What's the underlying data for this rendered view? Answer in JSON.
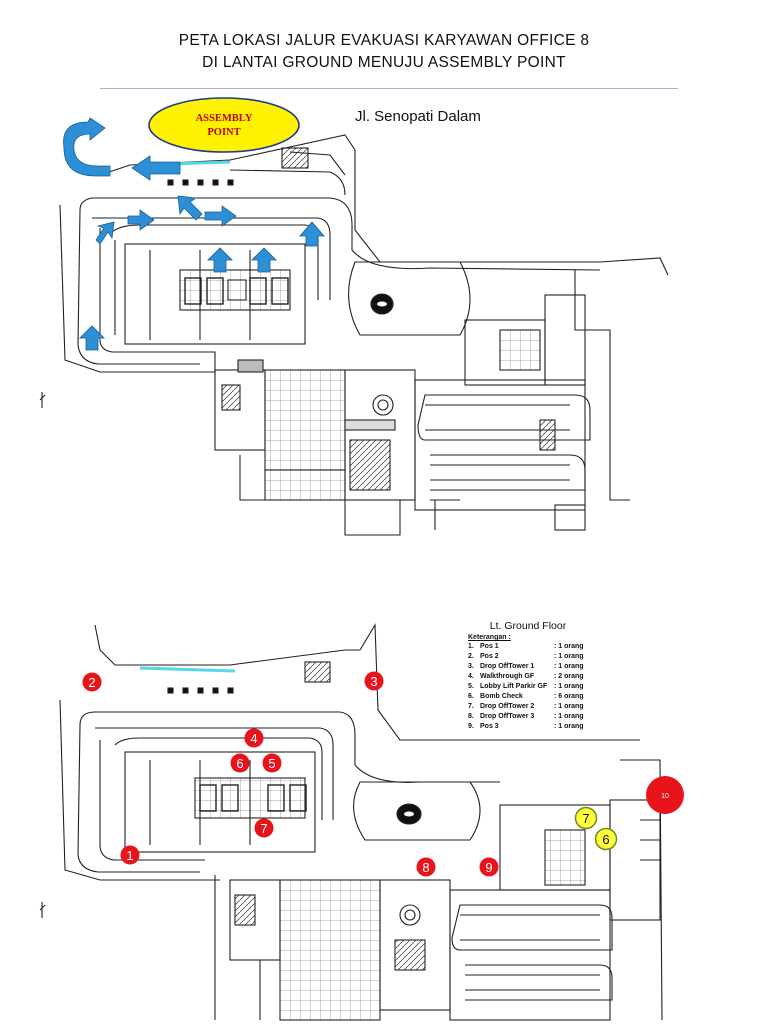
{
  "title_line1": "PETA LOKASI JALUR EVAKUASI KARYAWAN OFFICE 8",
  "title_line2": "DI LANTAI GROUND  MENUJU ASSEMBLY POINT",
  "assembly_point": [
    "ASSEMBLY",
    "POINT"
  ],
  "street_label": "Jl. Senopati Dalam",
  "legend": {
    "title": "Lt. Ground Floor",
    "heading": "Keterangan :",
    "rows": [
      {
        "no": "1.",
        "name": "Pos 1",
        "count": ": 1 orang"
      },
      {
        "no": "2.",
        "name": "Pos 2",
        "count": ": 1 orang"
      },
      {
        "no": "3.",
        "name": "Drop OffTower 1",
        "count": ": 1 orang"
      },
      {
        "no": "4.",
        "name": "Walkthrough GF",
        "count": ": 2 orang"
      },
      {
        "no": "5.",
        "name": "Lobby Lift Parkir GF",
        "count": ": 1 orang"
      },
      {
        "no": "6.",
        "name": "Bomb Check",
        "count": ": 6 orang"
      },
      {
        "no": "7.",
        "name": "Drop OffTower 2",
        "count": ": 1 orang"
      },
      {
        "no": "8.",
        "name": "Drop OffTower 3",
        "count": ": 1 orang"
      },
      {
        "no": "9.",
        "name": "Pos 3",
        "count": ": 1 orang"
      }
    ]
  },
  "markers_red": [
    "1",
    "2",
    "3",
    "4",
    "5",
    "6",
    "7",
    "8",
    "9",
    "10"
  ],
  "markers_yellow": [
    "7",
    "6"
  ],
  "colors": {
    "marker_red": "#e8141c",
    "marker_yellow": "#ffff3b",
    "arrow": "#2d8fd6",
    "assembly_fill": "#fff200",
    "plan_line": "#222222"
  }
}
